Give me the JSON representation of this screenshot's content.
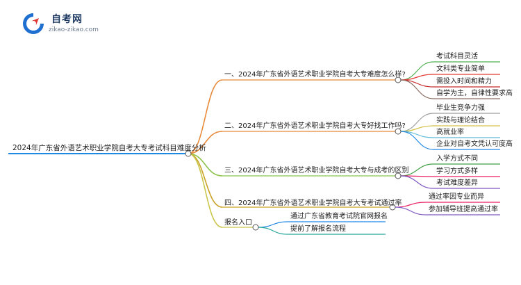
{
  "logo": {
    "title": "自考网",
    "domain": "zikao-zikao.com",
    "icon": "zikao-logo-icon"
  },
  "mindmap": {
    "root": "2024年广东省外语艺术职业学院自考大专考试科目难度分析",
    "branches": [
      {
        "label": "一、2024年广东省外语艺术职业学院自考大专难度怎么样?",
        "color": "#e8893a",
        "children": [
          {
            "label": "考试科目灵活",
            "color": "#4caf50"
          },
          {
            "label": "文科类专业简单",
            "color": "#e53935"
          },
          {
            "label": "需投入时间和精力",
            "color": "#c62828"
          },
          {
            "label": "自学为主，自律性要求高",
            "color": "#8d6e63"
          }
        ]
      },
      {
        "label": "二、2024年广东省外语艺术职业学院自考大专好找工作吗?",
        "color": "#e8893a",
        "children": [
          {
            "label": "毕业生竞争力强",
            "color": "#9e9e9e"
          },
          {
            "label": "实践与理论结合",
            "color": "#d4c44a"
          },
          {
            "label": "高就业率",
            "color": "#5bb9d6"
          },
          {
            "label": "企业对自考文凭认可度高",
            "color": "#1e88e5"
          }
        ]
      },
      {
        "label": "三、2024年广东省外语艺术职业学院自考大专与成考的区别",
        "color": "#8bc34a",
        "children": [
          {
            "label": "入学方式不同",
            "color": "#43a047"
          },
          {
            "label": "学习方式多样",
            "color": "#e91e63"
          },
          {
            "label": "考试难度差异",
            "color": "#7e57c2"
          }
        ]
      },
      {
        "label": "四、2024年广东省外语艺术职业学院自考大专考试通过率",
        "color": "#c9a227",
        "children": [
          {
            "label": "通过率因专业而异",
            "color": "#e91e63"
          },
          {
            "label": "参加辅导班提高通过率",
            "color": "#7e57c2"
          }
        ]
      },
      {
        "label": "报名入口",
        "color": "#c9c64a",
        "children": [
          {
            "label": "通过广东省教育考试院官网报名",
            "color": "#1e88e5"
          },
          {
            "label": "提前了解报名流程",
            "color": "#26a69a"
          }
        ]
      }
    ]
  }
}
